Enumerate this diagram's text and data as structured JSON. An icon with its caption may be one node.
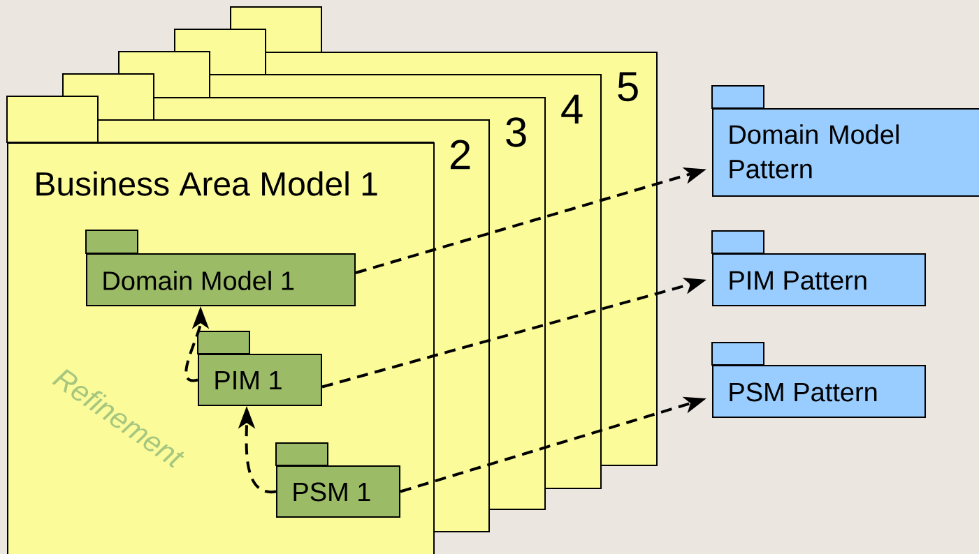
{
  "diagram": {
    "nodes": [
      {
        "text": [
          "Business Area Model 1"
        ]
      },
      {
        "text": [
          "Domain Model 1"
        ],
        "in": 0
      },
      {
        "text": [
          "PIM 1"
        ],
        "in": 0
      },
      {
        "text": [
          "PSM 1"
        ],
        "in": 0
      },
      {
        "text": [
          "2"
        ]
      },
      {
        "text": [
          "3"
        ]
      },
      {
        "text": [
          "4"
        ]
      },
      {
        "text": [
          "5"
        ]
      },
      {
        "text": [
          "Domain Model Pattern"
        ]
      },
      {
        "text": [
          "PIM Pattern"
        ]
      },
      {
        "text": [
          "PSM Pattern"
        ]
      }
    ],
    "edges": [
      {
        "from": 2,
        "to": 1,
        "arrow": "to",
        "style": "dashed"
      },
      {
        "from": 3,
        "to": 2,
        "arrow": "to",
        "style": "dashed"
      },
      {
        "from": 1,
        "to": 8,
        "arrow": "to",
        "style": "dashed"
      },
      {
        "from": 2,
        "to": 9,
        "arrow": "to",
        "style": "dashed"
      },
      {
        "from": 3,
        "to": 10,
        "arrow": "to",
        "style": "dashed"
      }
    ],
    "labels": [
      "Refinement"
    ]
  }
}
